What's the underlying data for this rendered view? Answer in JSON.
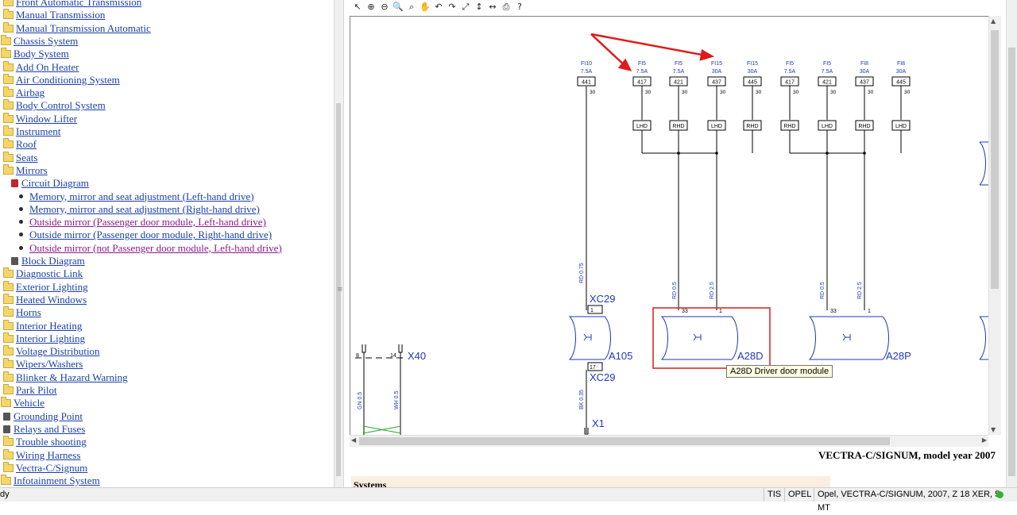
{
  "tree": {
    "items": [
      {
        "label": "Front Automatic Transmission",
        "indent": 1,
        "icon": "folder-icon",
        "visited": false
      },
      {
        "label": "Manual Transmission",
        "indent": 1,
        "icon": "folder-icon",
        "visited": false
      },
      {
        "label": "Manual Transmission Automatic",
        "indent": 1,
        "icon": "folder-icon",
        "visited": false
      },
      {
        "label": "Chassis System",
        "indent": 0,
        "icon": "folder-icon",
        "visited": false
      },
      {
        "label": "Body System",
        "indent": 0,
        "icon": "folder-open-icon",
        "visited": false
      },
      {
        "label": "Add On Heater",
        "indent": 1,
        "icon": "folder-icon",
        "visited": false
      },
      {
        "label": "Air Conditioning System",
        "indent": 1,
        "icon": "folder-icon",
        "visited": false
      },
      {
        "label": "Airbag",
        "indent": 1,
        "icon": "folder-icon",
        "visited": false
      },
      {
        "label": "Body Control System",
        "indent": 1,
        "icon": "folder-icon",
        "visited": false
      },
      {
        "label": "Window Lifter",
        "indent": 1,
        "icon": "folder-icon",
        "visited": false
      },
      {
        "label": "Instrument",
        "indent": 1,
        "icon": "folder-icon",
        "visited": false
      },
      {
        "label": "Roof",
        "indent": 1,
        "icon": "folder-icon",
        "visited": false
      },
      {
        "label": "Seats",
        "indent": 1,
        "icon": "folder-icon",
        "visited": false
      },
      {
        "label": "Mirrors",
        "indent": 1,
        "icon": "folder-open-icon",
        "visited": false
      },
      {
        "label": "Circuit Diagram",
        "indent": 2,
        "icon": "book-red-icon",
        "visited": false
      },
      {
        "label": "Memory, mirror and seat adjustment (Left-hand drive)",
        "indent": 3,
        "icon": "bullet-icon",
        "visited": false
      },
      {
        "label": "Memory, mirror and seat adjustment (Right-hand drive)",
        "indent": 3,
        "icon": "bullet-icon",
        "visited": false
      },
      {
        "label": "Outside mirror (Passenger door module, Left-hand drive)",
        "indent": 3,
        "icon": "bullet-icon",
        "visited": true
      },
      {
        "label": "Outside mirror (Passenger door module, Right-hand drive)",
        "indent": 3,
        "icon": "bullet-icon",
        "visited": false
      },
      {
        "label": "Outside mirror (not Passenger door module, Left-hand drive)",
        "indent": 3,
        "icon": "bullet-icon",
        "visited": true
      },
      {
        "label": "Block Diagram",
        "indent": 2,
        "icon": "book-icon",
        "visited": false
      },
      {
        "label": "Diagnostic Link",
        "indent": 1,
        "icon": "folder-icon",
        "visited": false
      },
      {
        "label": "Exterior Lighting",
        "indent": 1,
        "icon": "folder-icon",
        "visited": false
      },
      {
        "label": "Heated Windows",
        "indent": 1,
        "icon": "folder-icon",
        "visited": false
      },
      {
        "label": "Horns",
        "indent": 1,
        "icon": "folder-icon",
        "visited": false
      },
      {
        "label": "Interior Heating",
        "indent": 1,
        "icon": "folder-icon",
        "visited": false
      },
      {
        "label": "Interior Lighting",
        "indent": 1,
        "icon": "folder-icon",
        "visited": false
      },
      {
        "label": "Voltage Distribution",
        "indent": 1,
        "icon": "folder-icon",
        "visited": false
      },
      {
        "label": "Wipers/Washers",
        "indent": 1,
        "icon": "folder-icon",
        "visited": false
      },
      {
        "label": "Blinker & Hazard Warning",
        "indent": 1,
        "icon": "folder-icon",
        "visited": false
      },
      {
        "label": "Park Pilot",
        "indent": 1,
        "icon": "folder-icon",
        "visited": false
      },
      {
        "label": "Vehicle",
        "indent": 0,
        "icon": "folder-icon",
        "visited": false
      },
      {
        "label": "Grounding Point",
        "indent": 1,
        "icon": "book-icon",
        "visited": false
      },
      {
        "label": "Relays and Fuses",
        "indent": 1,
        "icon": "book-icon",
        "visited": false
      },
      {
        "label": "Trouble shooting",
        "indent": 1,
        "icon": "folder-icon",
        "visited": false
      },
      {
        "label": "Wiring Harness",
        "indent": 1,
        "icon": "folder-icon",
        "visited": false
      },
      {
        "label": "Vectra-C/Signum",
        "indent": 1,
        "icon": "folder-icon",
        "visited": false
      },
      {
        "label": "Infotainment System",
        "indent": 0,
        "icon": "folder-icon",
        "visited": false
      }
    ]
  },
  "toolbar": {
    "tools": [
      "pointer-icon",
      "zoom-in-icon",
      "zoom-out-icon",
      "zoom-icon",
      "zoom-area-icon",
      "pan-hand-icon",
      "rotate-left-icon",
      "rotate-right-icon",
      "fit-page-icon",
      "fit-height-icon",
      "fit-width-icon",
      "print-icon",
      "help-icon"
    ],
    "glyphs": [
      "↖",
      "⊕",
      "⊖",
      "🔍",
      "⌕",
      "✋",
      "↶",
      "↷",
      "⤢",
      "↕",
      "↔",
      "⎙",
      "?"
    ]
  },
  "diagram": {
    "fuses": [
      {
        "name": "FI10",
        "amp": "7.5A",
        "id": "441",
        "pin": "30"
      },
      {
        "name": "FI5",
        "amp": "7.5A",
        "id": "417",
        "pin": "30"
      },
      {
        "name": "FI5",
        "amp": "7.5A",
        "id": "421",
        "pin": "30"
      },
      {
        "name": "FI15",
        "amp": "30A",
        "id": "437",
        "pin": "30"
      },
      {
        "name": "FI15",
        "amp": "30A",
        "id": "445",
        "pin": "30"
      },
      {
        "name": "FI5",
        "amp": "7.5A",
        "id": "417",
        "pin": "30"
      },
      {
        "name": "FI5",
        "amp": "7.5A",
        "id": "421",
        "pin": "30"
      },
      {
        "name": "FI8",
        "amp": "30A",
        "id": "437",
        "pin": "30"
      },
      {
        "name": "FI8",
        "amp": "30A",
        "id": "445",
        "pin": "30"
      }
    ],
    "drive_boxes": [
      "LHD",
      "RHD",
      "LHD",
      "RHD",
      "RHD",
      "LHD",
      "RHD",
      "LHD"
    ],
    "wires": {
      "w1": "RD 0.75",
      "w2": "RD 0.5",
      "w3": "RD 2.5",
      "w4": "RD 0.5",
      "w5": "RD 2.5",
      "w6": "BK 0.35",
      "w7": "GN 0.5",
      "w8": "WH 0.5"
    },
    "connectors": {
      "xc29_top": "XC29",
      "xc29_bottom": "XC29",
      "x1": "X1",
      "x40": "X40"
    },
    "modules": {
      "a105": "A105",
      "a28d": "A28D",
      "a28p": "A28P"
    },
    "pins": {
      "p1": "1",
      "p17": "17",
      "p33a": "33",
      "p1a": "1",
      "p33b": "33",
      "p1b": "1",
      "p8": "8",
      "p14": "14"
    },
    "tooltip": "A28D Driver door module",
    "colors": {
      "wire": "#000000",
      "label": "#1f38b8",
      "highlight": "#d81e1e",
      "arrow": "#e01b1b"
    }
  },
  "footer": {
    "model": "VECTRA-C/SIGNUM, model year 2007",
    "systems": "Systems"
  },
  "status": {
    "left": "dy",
    "tis": "TIS",
    "brand": "OPEL",
    "vehicle": "Opel, VECTRA-C/SIGNUM, 2007, Z 18 XER, 5-MT"
  }
}
